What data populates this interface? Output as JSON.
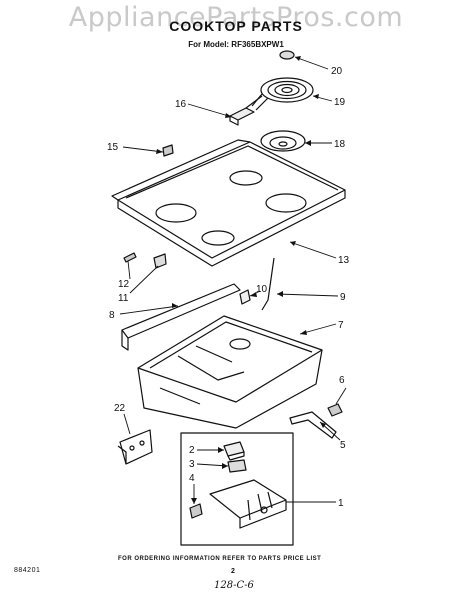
{
  "watermark": "AppliancePartsPros.com",
  "title": "COOKTOP PARTS",
  "model": "For Model: RF365BXPW1",
  "callouts": [
    {
      "n": "20"
    },
    {
      "n": "19"
    },
    {
      "n": "16"
    },
    {
      "n": "18"
    },
    {
      "n": "15"
    },
    {
      "n": "13"
    },
    {
      "n": "12"
    },
    {
      "n": "11"
    },
    {
      "n": "10"
    },
    {
      "n": "9"
    },
    {
      "n": "8"
    },
    {
      "n": "7"
    },
    {
      "n": "6"
    },
    {
      "n": "22"
    },
    {
      "n": "2"
    },
    {
      "n": "3"
    },
    {
      "n": "5"
    },
    {
      "n": "4"
    },
    {
      "n": "1"
    }
  ],
  "footer": {
    "ordering_note": "FOR ORDERING INFORMATION REFER TO PARTS PRICE LIST",
    "page_number": "2",
    "doc_code": "884201",
    "handwritten": "128-C-6"
  }
}
